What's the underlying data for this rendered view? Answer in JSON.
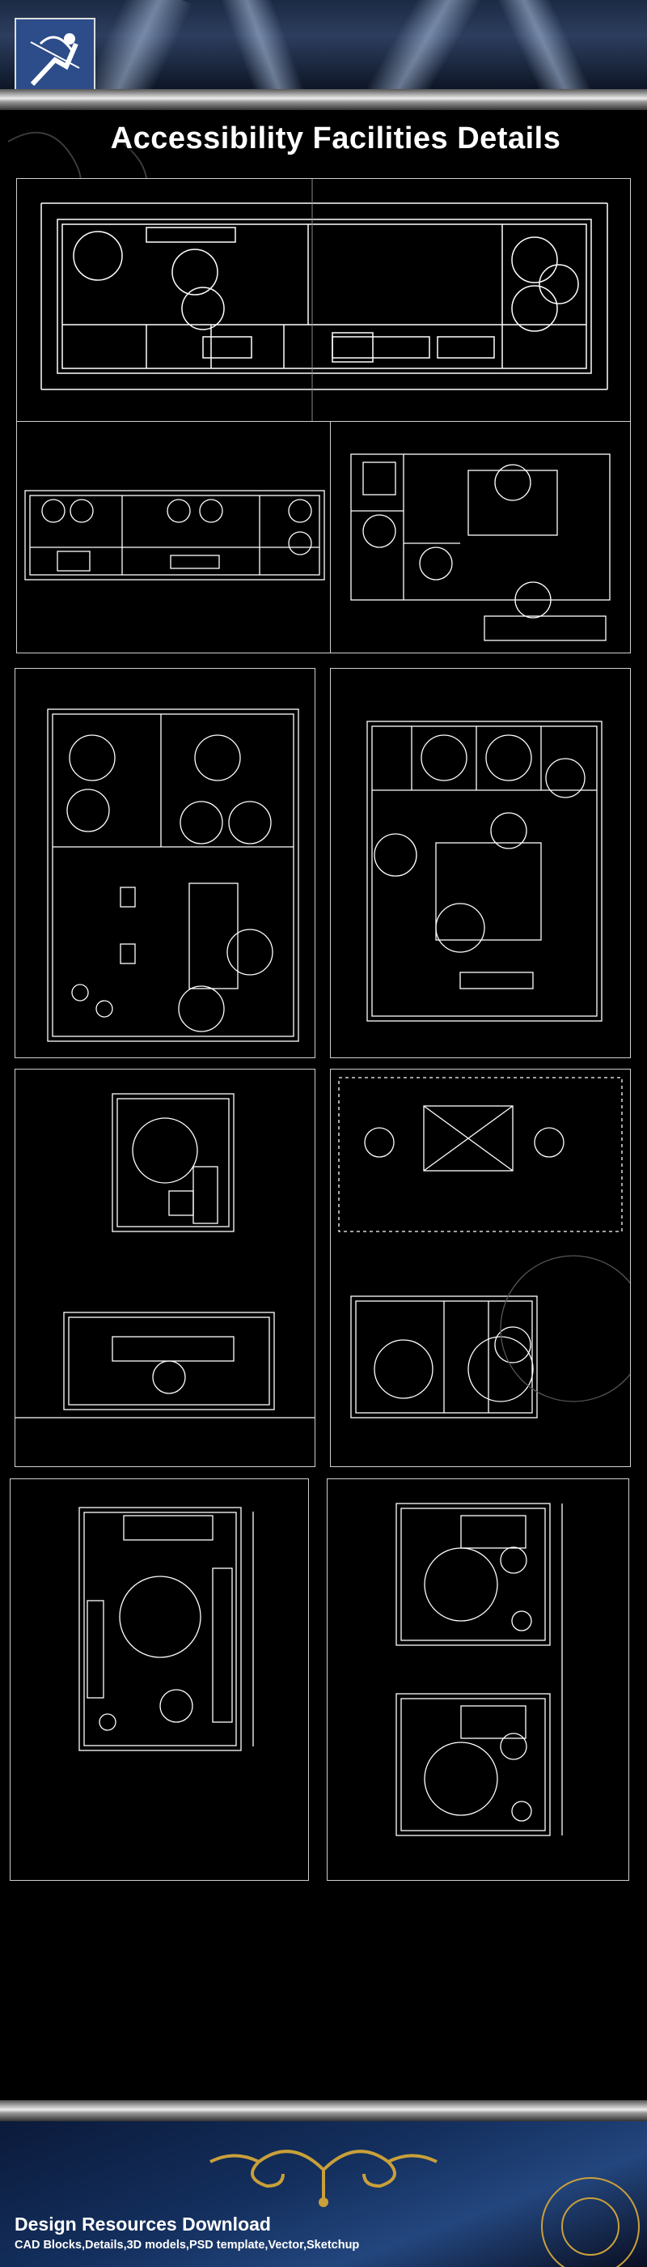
{
  "page": {
    "title": "Accessibility Facilities Details",
    "logo_icon": "archer-icon"
  },
  "footer": {
    "title": "Design Resources Download",
    "subtitle": "CAD Blocks,Details,3D models,PSD template,Vector,Sketchup",
    "ornament_icon": "gold-scroll-ornament-icon"
  },
  "colors": {
    "background": "#000000",
    "drawing_lines": "#ffffff",
    "panel_border": "#cfcfcf",
    "header_blue": "#2d3e5e",
    "footer_blue": "#14305f",
    "ornament_gold": "#c9a03a"
  },
  "panels": [
    {
      "id": "plan-1",
      "icon": "floor-plan-icon"
    },
    {
      "id": "plan-2",
      "icon": "floor-plan-icon"
    },
    {
      "id": "plan-3",
      "icon": "floor-plan-icon"
    },
    {
      "id": "plan-4",
      "icon": "floor-plan-icon"
    },
    {
      "id": "plan-5",
      "icon": "floor-plan-icon"
    },
    {
      "id": "plan-6",
      "icon": "floor-plan-icon"
    },
    {
      "id": "plan-7",
      "icon": "floor-plan-icon"
    },
    {
      "id": "plan-8",
      "icon": "floor-plan-icon"
    },
    {
      "id": "plan-9",
      "icon": "floor-plan-icon"
    }
  ]
}
